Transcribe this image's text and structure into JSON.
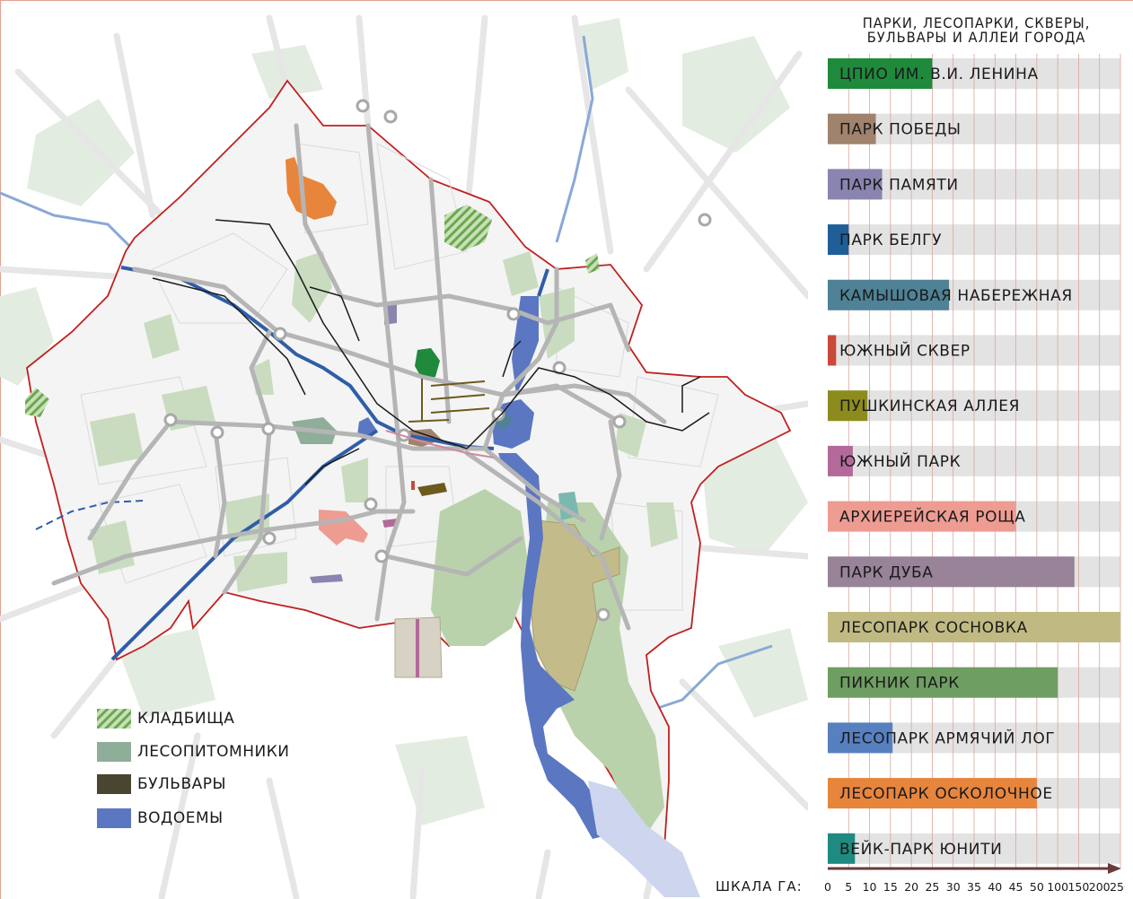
{
  "panel": {
    "title_line1": "ПАРКИ, ЛЕСОПАРКИ, СКВЕРЫ,",
    "title_line2": "БУЛЬВАРЫ И АЛЛЕИ ГОРОДА"
  },
  "legend": [
    {
      "label": "КЛАДБИЩА",
      "icon": "hatched-green-swatch",
      "color": "#6aa84f"
    },
    {
      "label": "ЛЕСОПИТОМНИКИ",
      "icon": "solid-swatch",
      "color": "#8fae9a"
    },
    {
      "label": "БУЛЬВАРЫ",
      "icon": "solid-swatch",
      "color": "#4a4530"
    },
    {
      "label": "ВОДОЕМЫ",
      "icon": "solid-swatch",
      "color": "#5b77c2"
    }
  ],
  "scale": {
    "title": "ШКАЛА  ГА:",
    "ticks": [
      "0",
      "5",
      "10",
      "15",
      "20",
      "25",
      "30",
      "35",
      "40",
      "45",
      "50",
      "100",
      "150",
      "200",
      "250"
    ]
  },
  "chart_data": {
    "type": "bar",
    "title": "ПАРКИ, ЛЕСОПАРКИ, СКВЕРЫ, БУЛЬВАРЫ И АЛЛЕИ ГОРОДА",
    "xlabel": "ШКАЛА  ГА:",
    "ylabel": "",
    "orientation": "horizontal",
    "scale_note": "piecewise: 0-50 step 5, then 100, 150, 200, 250",
    "xlim": [
      0,
      250
    ],
    "categories": [
      "ЦПИО ИМ. В.И. ЛЕНИНА",
      "ПАРК ПОБЕДЫ",
      "ПАРК ПАМЯТИ",
      "ПАРК БЕЛГУ",
      "КАМЫШОВАЯ НАБЕРЕЖНАЯ",
      "ЮЖНЫЙ СКВЕР",
      "ПУШКИНСКАЯ АЛЛЕЯ",
      "ЮЖНЫЙ ПАРК",
      "АРХИЕРЕЙСКАЯ РОЩА",
      "ПАРК ДУБА",
      "ЛЕСОПАРК СОСНОВКА",
      "ПИКНИК ПАРК",
      "ЛЕСОПАРК АРМЯЧИЙ ЛОГ",
      "ЛЕСОПАРК ОСКОЛОЧНОЕ",
      "ВЕЙК-ПАРК ЮНИТИ"
    ],
    "values": [
      25,
      11.5,
      13,
      5,
      29,
      2,
      9.5,
      6,
      45,
      140,
      250,
      100,
      15.5,
      50,
      6.5
    ],
    "colors": [
      "#1f8a3c",
      "#a0826d",
      "#8a84b0",
      "#1f5e96",
      "#4f8296",
      "#c84a3a",
      "#8c8c1e",
      "#b36a9a",
      "#ee9c92",
      "#988398",
      "#c0ba82",
      "#6e9e62",
      "#5780c0",
      "#e7853d",
      "#1f8a80"
    ],
    "grid": true,
    "legend": "none"
  }
}
